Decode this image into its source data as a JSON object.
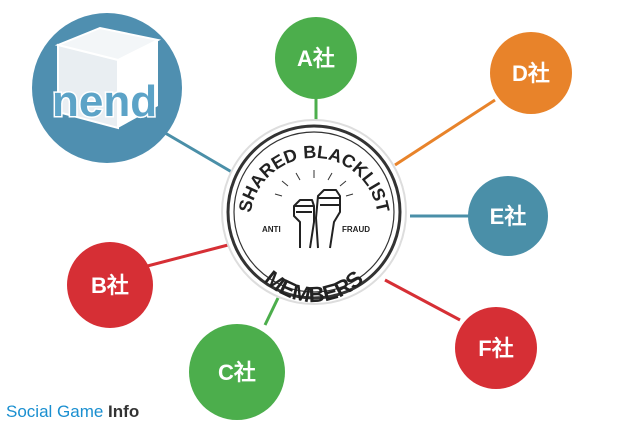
{
  "colors": {
    "green": "#4cae4c",
    "orange": "#e8832a",
    "blue": "#4a8fa8",
    "red": "#d62f35",
    "nend_bg": "#4f8fb0",
    "badge_ring": "#333333"
  },
  "nodes": {
    "a": {
      "label": "A社"
    },
    "b": {
      "label": "B社"
    },
    "c": {
      "label": "C社"
    },
    "d": {
      "label": "D社"
    },
    "e": {
      "label": "E社"
    },
    "f": {
      "label": "F社"
    }
  },
  "nend_logo": {
    "text": "nend"
  },
  "badge": {
    "top_text": "SHARED BLACKLIST",
    "bottom_text": "MEMBERS",
    "left_text": "ANTI",
    "right_text": "FRAUD",
    "icon": "raised-fists-icon"
  },
  "watermark": {
    "prefix": "Social Game ",
    "suffix": "Info"
  }
}
